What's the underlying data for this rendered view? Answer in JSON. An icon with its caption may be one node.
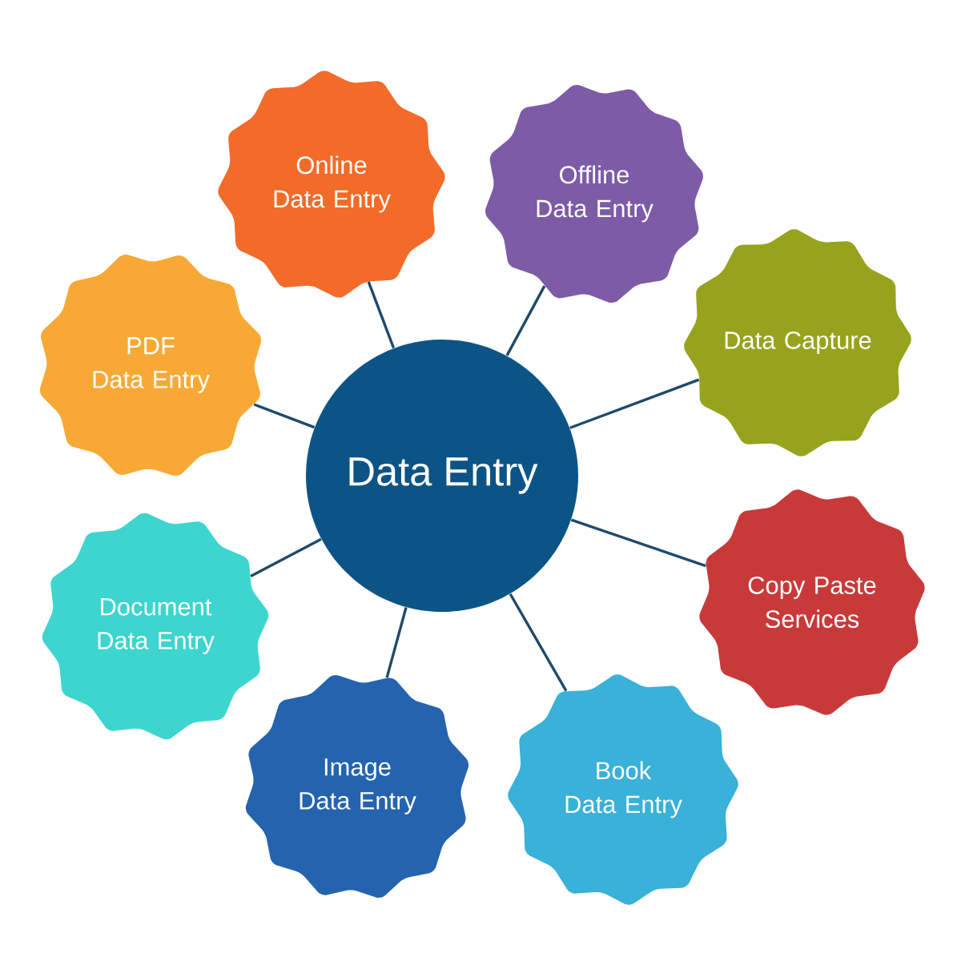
{
  "diagram": {
    "nodes": [
      {
        "text": [
          "Data Entry"
        ]
      },
      {
        "text": [
          "Online Data Entry"
        ]
      },
      {
        "text": [
          "Offline Data Entry"
        ]
      },
      {
        "text": [
          "Data Capture"
        ]
      },
      {
        "text": [
          "Copy Paste Services"
        ]
      },
      {
        "text": [
          "Book Data Entry"
        ]
      },
      {
        "text": [
          "Image Data Entry"
        ]
      },
      {
        "text": [
          "Document Data Entry"
        ]
      },
      {
        "text": [
          "PDF Data Entry"
        ]
      }
    ],
    "edges": [
      {
        "from": 0,
        "to": 1,
        "arrow": "none"
      },
      {
        "from": 0,
        "to": 2,
        "arrow": "none"
      },
      {
        "from": 0,
        "to": 3,
        "arrow": "none"
      },
      {
        "from": 0,
        "to": 4,
        "arrow": "none"
      },
      {
        "from": 0,
        "to": 5,
        "arrow": "none"
      },
      {
        "from": 0,
        "to": 6,
        "arrow": "none"
      },
      {
        "from": 0,
        "to": 7,
        "arrow": "none"
      },
      {
        "from": 0,
        "to": 8,
        "arrow": "none"
      }
    ]
  }
}
